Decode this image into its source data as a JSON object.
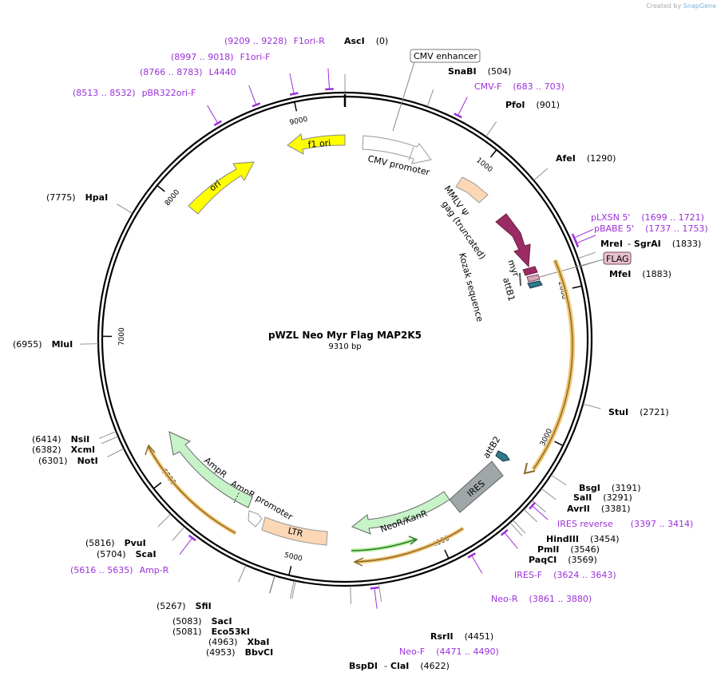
{
  "credit": {
    "created_by": "Created by",
    "brand": "SnapGene"
  },
  "plasmid": {
    "name": "pWZL Neo Myr Flag MAP2K5",
    "size_label": "9310 bp",
    "length": 9310
  },
  "colors": {
    "primer": "#9b30d9",
    "text": "#000000",
    "orf": "#f0a020"
  },
  "ticks": [
    {
      "pos": 1000,
      "label": "1000"
    },
    {
      "pos": 2000,
      "label": "2000"
    },
    {
      "pos": 3000,
      "label": "3000"
    },
    {
      "pos": 4000,
      "label": "4000"
    },
    {
      "pos": 5000,
      "label": "5000"
    },
    {
      "pos": 6000,
      "label": "6000"
    },
    {
      "pos": 7000,
      "label": "7000"
    },
    {
      "pos": 8000,
      "label": "8000"
    },
    {
      "pos": 9000,
      "label": "9000"
    }
  ],
  "enzymes": [
    {
      "name": "AscI",
      "pos_label": "(0)",
      "pos": 0
    },
    {
      "name": "SnaBI",
      "pos_label": "(504)",
      "pos": 504
    },
    {
      "name": "PfoI",
      "pos_label": "(901)",
      "pos": 901
    },
    {
      "name": "AfeI",
      "pos_label": "(1290)",
      "pos": 1290
    },
    {
      "name": "MreI",
      "name2": "SgrAI",
      "pos_label": "(1833)",
      "pos": 1833
    },
    {
      "name": "MfeI",
      "pos_label": "(1883)",
      "pos": 1883
    },
    {
      "name": "StuI",
      "pos_label": "(2721)",
      "pos": 2721
    },
    {
      "name": "BsgI",
      "pos_label": "(3191)",
      "pos": 3191
    },
    {
      "name": "SalI",
      "pos_label": "(3291)",
      "pos": 3291
    },
    {
      "name": "AvrII",
      "pos_label": "(3381)",
      "pos": 3381
    },
    {
      "name": "HindIII",
      "pos_label": "(3454)",
      "pos": 3454
    },
    {
      "name": "PmlI",
      "pos_label": "(3546)",
      "pos": 3546
    },
    {
      "name": "PaqCI",
      "pos_label": "(3569)",
      "pos": 3569
    },
    {
      "name": "RsrII",
      "pos_label": "(4451)",
      "pos": 4451
    },
    {
      "name": "BspDI",
      "name2": "ClaI",
      "pos_label": "(4622)",
      "pos": 4622
    },
    {
      "name": "BbvCI",
      "pos_label": "(4953)",
      "pos": 4953
    },
    {
      "name": "XbaI",
      "pos_label": "(4963)",
      "pos": 4963
    },
    {
      "name": "Eco53kI",
      "pos_label": "(5081)",
      "pos": 5081
    },
    {
      "name": "SacI",
      "pos_label": "(5083)",
      "pos": 5083
    },
    {
      "name": "SfiI",
      "pos_label": "(5267)",
      "pos": 5267
    },
    {
      "name": "ScaI",
      "pos_label": "(5704)",
      "pos": 5704
    },
    {
      "name": "PvuI",
      "pos_label": "(5816)",
      "pos": 5816
    },
    {
      "name": "NotI",
      "pos_label": "(6301)",
      "pos": 6301
    },
    {
      "name": "XcmI",
      "pos_label": "(6382)",
      "pos": 6382
    },
    {
      "name": "NsiI",
      "pos_label": "(6414)",
      "pos": 6414
    },
    {
      "name": "MluI",
      "pos_label": "(6955)",
      "pos": 6955
    },
    {
      "name": "HpaI",
      "pos_label": "(7775)",
      "pos": 7775
    }
  ],
  "primers": [
    {
      "name": "F1ori-R",
      "range": "(9209 .. 9228)",
      "pos": 9218
    },
    {
      "name": "F1ori-F",
      "range": "(8997 .. 9018)",
      "pos": 9007
    },
    {
      "name": "L4440",
      "range": "(8766 .. 8783)",
      "pos": 8774
    },
    {
      "name": "pBR322ori-F",
      "range": "(8513 .. 8532)",
      "pos": 8522
    },
    {
      "name": "CMV-F",
      "range": "(683 .. 703)",
      "pos": 693
    },
    {
      "name": "pLXSN 5'",
      "range": "(1699 .. 1721)",
      "pos": 1710
    },
    {
      "name": "pBABE 5'",
      "range": "(1737 .. 1753)",
      "pos": 1745
    },
    {
      "name": "IRES reverse",
      "range": "(3397 .. 3414)",
      "pos": 3405
    },
    {
      "name": "IRES-F",
      "range": "(3624 .. 3643)",
      "pos": 3633
    },
    {
      "name": "Neo-R",
      "range": "(3861 .. 3880)",
      "pos": 3870
    },
    {
      "name": "Neo-F",
      "range": "(4471 .. 4490)",
      "pos": 4480
    },
    {
      "name": "Amp-R",
      "range": "(5616 .. 5635)",
      "pos": 5625
    }
  ],
  "features": {
    "cmv_enhancer": "CMV enhancer",
    "cmv_promoter": "CMV promoter",
    "mmlv": "MMLV Ψ",
    "gag": "gag (truncated)",
    "myr": "myr",
    "flag": "FLAG",
    "kozak": "Kozak sequence",
    "attb1": "attB1",
    "attb2": "attB2",
    "ires": "IRES",
    "neo": "NeoR/KanR",
    "ltr": "LTR",
    "ampr_promoter": "AmpR promoter",
    "ampr": "AmpR",
    "ori": "ori",
    "f1ori": "f1 ori"
  }
}
